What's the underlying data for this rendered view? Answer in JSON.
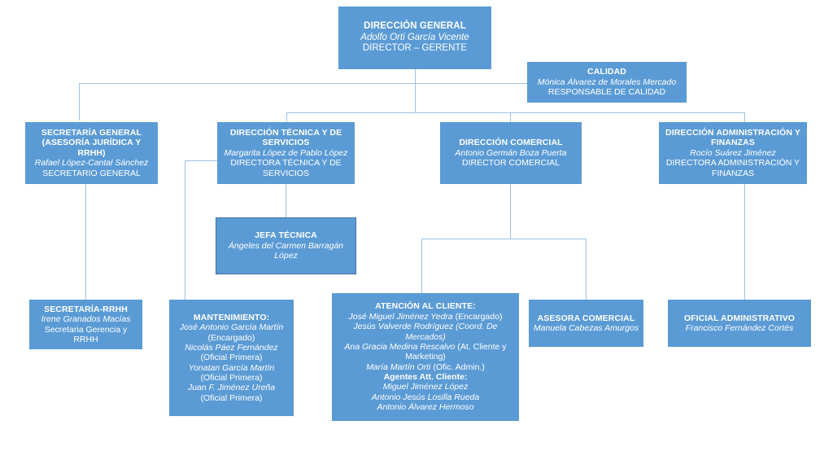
{
  "document": {
    "type": "organizational-chart",
    "language": "es",
    "background_color": "#FFFFFF",
    "node_fill_color": "#5B9BD5",
    "node_text_color": "#FFFFFF",
    "node_border_color": "#41719C",
    "connector_color": "#9DC3E6"
  },
  "nodes": {
    "direccion_general": {
      "title": "DIRECCIÓN GENERAL",
      "name": "Adolfo Orti García Vicente",
      "role": "DIRECTOR – GERENTE"
    },
    "calidad": {
      "title": "CALIDAD",
      "name": "Mónica Álvarez de Morales Mercado",
      "role": "RESPONSABLE DE CALIDAD"
    },
    "secretaria_general": {
      "title_line1": "SECRETARÍA GENERAL",
      "title_line2": "(ASESORÍA JURÍDICA Y RRHH)",
      "name": "Rafael López-Cantal Sánchez",
      "role": "SECRETARIO GENERAL"
    },
    "direccion_tecnica": {
      "title": "DIRECCIÓN TÉCNICA Y DE SERVICIOS",
      "name": "Margarita López de Pablo López",
      "role": "DIRECTORA TÉCNICA Y DE SERVICIOS"
    },
    "direccion_comercial": {
      "title": "DIRECCIÓN COMERCIAL",
      "name": "Antonio Germán Boza Puerta",
      "role": "DIRECTOR COMERCIAL"
    },
    "direccion_administracion": {
      "title": "DIRECCIÓN ADMINISTRACIÓN Y FINANZAS",
      "name": "Rocío Suárez Jiménez",
      "role": "DIRECTORA ADMINISTRACIÓN Y FINANZAS"
    },
    "jefa_tecnica": {
      "title": "JEFA TÉCNICA",
      "name": "Ángeles del Carmen Barragán López"
    },
    "secretaria_rrhh": {
      "title": "SECRETARÍA-RRHH",
      "name": "Irene Granados Macías",
      "role": "Secretaria Gerencia y RRHH"
    },
    "mantenimiento": {
      "title": "MANTENIMIENTO:",
      "staff": [
        {
          "name": "José Antonio García Martín",
          "position": "(Encargado)"
        },
        {
          "name": "Nicolás Páez Fernández",
          "position": "(Oficial Primera)"
        },
        {
          "name": "Yonatan García Martín",
          "position": "(Oficial Primera)"
        },
        {
          "name": "Juan F. Jiménez Ureña",
          "position": "(Oficial Primera)"
        }
      ]
    },
    "atencion_cliente": {
      "title": "ATENCIÓN AL CLIENTE:",
      "staff": [
        {
          "name": "José Miguel Jiménez Yedra",
          "position": " (Encargado)"
        },
        {
          "name": "Jesús Valverde Rodríguez (Coord. De Mercados)",
          "position": ""
        },
        {
          "name": "Ana Gracia Medina Rescalvo",
          "position": " (At. Cliente y Marketing)"
        },
        {
          "name": "María Martín Orti",
          "position": " (Ofic. Admin.)"
        }
      ],
      "agents_heading": "Agentes Att. Cliente:",
      "agents": [
        "Miguel Jiménez López",
        "Antonio Jesús Losilla Rueda",
        "Antonio Álvarez Hermoso"
      ]
    },
    "asesora_comercial": {
      "title": "ASESORA COMERCIAL",
      "name": "Manuela Cabezas Amurgos"
    },
    "oficial_administrativo": {
      "title": "OFICIAL ADMINISTRATIVO",
      "name": "Francisco Fernández Cortés"
    }
  }
}
